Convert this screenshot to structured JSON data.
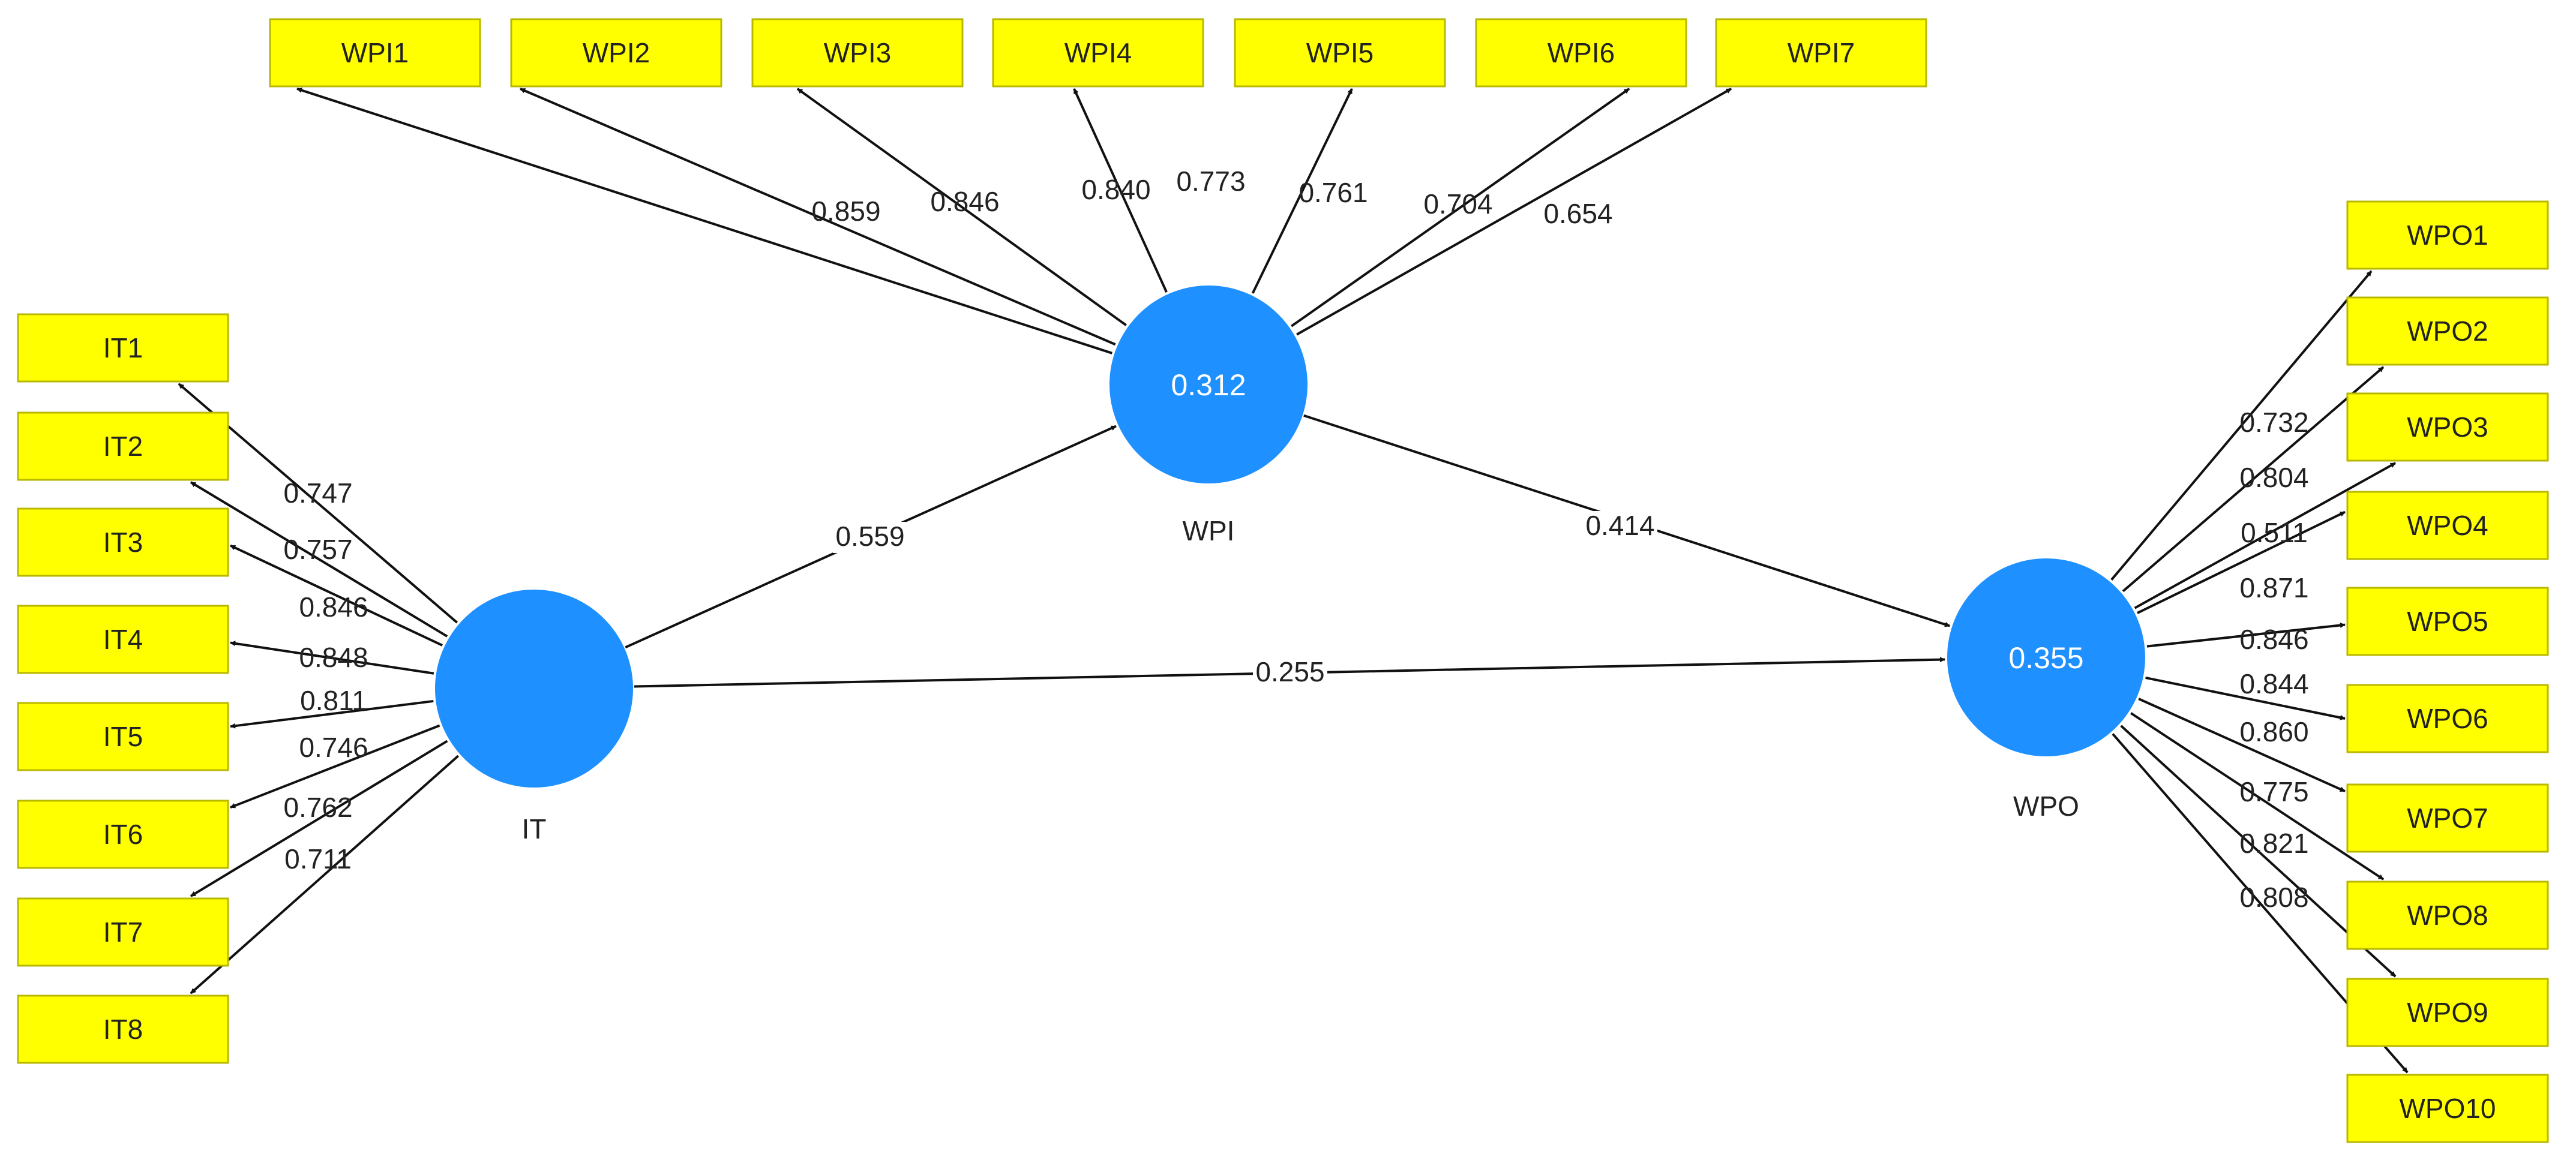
{
  "colors": {
    "indicator_fill": "#ffff00",
    "construct_fill": "#1e90ff",
    "r2_text": "#ffffff",
    "edge": "#111111"
  },
  "constructs": [
    {
      "id": "IT",
      "name": "IT",
      "r2": ""
    },
    {
      "id": "WPI",
      "name": "WPI",
      "r2": "0.312"
    },
    {
      "id": "WPO",
      "name": "WPO",
      "r2": "0.355"
    }
  ],
  "paths": [
    {
      "from": "IT",
      "to": "WPI",
      "coef": "0.559"
    },
    {
      "from": "WPI",
      "to": "WPO",
      "coef": "0.414"
    },
    {
      "from": "IT",
      "to": "WPO",
      "coef": "0.255"
    }
  ],
  "indicators": {
    "WPI": [
      {
        "name": "WPI1",
        "loading": "0.859"
      },
      {
        "name": "WPI2",
        "loading": "0.846"
      },
      {
        "name": "WPI3",
        "loading": "0.840"
      },
      {
        "name": "WPI4",
        "loading": "0.773"
      },
      {
        "name": "WPI5",
        "loading": "0.761"
      },
      {
        "name": "WPI6",
        "loading": "0.704"
      },
      {
        "name": "WPI7",
        "loading": "0.654"
      }
    ],
    "IT": [
      {
        "name": "IT1",
        "loading": "0.747"
      },
      {
        "name": "IT2",
        "loading": "0.757"
      },
      {
        "name": "IT3",
        "loading": "0.846"
      },
      {
        "name": "IT4",
        "loading": "0.848"
      },
      {
        "name": "IT5",
        "loading": "0.811"
      },
      {
        "name": "IT6",
        "loading": "0.746"
      },
      {
        "name": "IT7",
        "loading": "0.762"
      },
      {
        "name": "IT8",
        "loading": "0.711"
      }
    ],
    "WPO": [
      {
        "name": "WPO1",
        "loading": "0.732"
      },
      {
        "name": "WPO2",
        "loading": "0.804"
      },
      {
        "name": "WPO3",
        "loading": "0.511"
      },
      {
        "name": "WPO4",
        "loading": "0.871"
      },
      {
        "name": "WPO5",
        "loading": "0.846"
      },
      {
        "name": "WPO6",
        "loading": "0.844"
      },
      {
        "name": "WPO7",
        "loading": "0.860"
      },
      {
        "name": "WPO8",
        "loading": "0.775"
      },
      {
        "name": "WPO9",
        "loading": "0.821"
      },
      {
        "name": "WPO10",
        "loading": "0.808"
      }
    ]
  }
}
